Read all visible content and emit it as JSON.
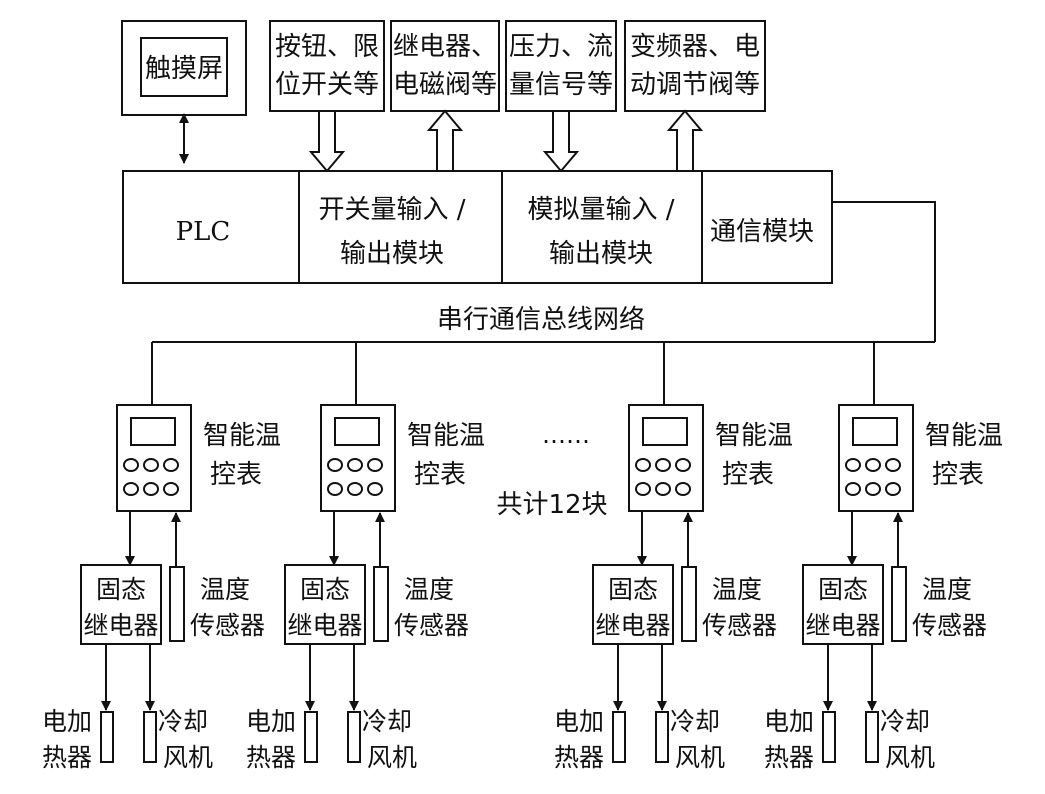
{
  "touchscreen": {
    "label": "触摸屏"
  },
  "io_devices": [
    {
      "lines": [
        "按钮、限",
        "位开关等"
      ]
    },
    {
      "lines": [
        "继电器、",
        "电磁阀等"
      ]
    },
    {
      "lines": [
        "压力、流",
        "量信号等"
      ]
    },
    {
      "lines": [
        "变频器、电",
        "动调节阀等"
      ]
    }
  ],
  "plc_row": {
    "plc": "PLC",
    "digital_io": [
      "开关量输入 /",
      "输出模块"
    ],
    "analog_io": [
      "模拟量输入 /",
      "输出模块"
    ],
    "comm": "通信模块"
  },
  "bus_label": "串行通信总线网络",
  "ellipsis": "……",
  "count_label": "共计12块",
  "unit": {
    "controller": [
      "智能温",
      "控表"
    ],
    "relay": [
      "固态",
      "继电器"
    ],
    "sensor": [
      "温度",
      "传感器"
    ],
    "heater": [
      "电加",
      "热器"
    ],
    "fan": [
      "冷却",
      "风机"
    ]
  }
}
